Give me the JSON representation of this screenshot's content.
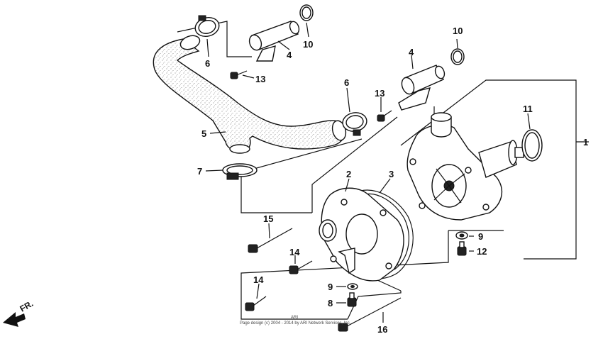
{
  "callouts": {
    "c1": "1",
    "c2": "2",
    "c3": "3",
    "c4a": "4",
    "c4b": "4",
    "c5": "5",
    "c6a": "6",
    "c6b": "6",
    "c7": "7",
    "c8": "8",
    "c9a": "9",
    "c9b": "9",
    "c10a": "10",
    "c10b": "10",
    "c11": "11",
    "c12": "12",
    "c13a": "13",
    "c13b": "13",
    "c14a": "14",
    "c14b": "14",
    "c15": "15",
    "c16": "16"
  },
  "direction_label": "FR.",
  "copyright": "Page design (c) 2004 - 2014 by ARI Network Services, Inc.",
  "copyright_brand": "ARI"
}
